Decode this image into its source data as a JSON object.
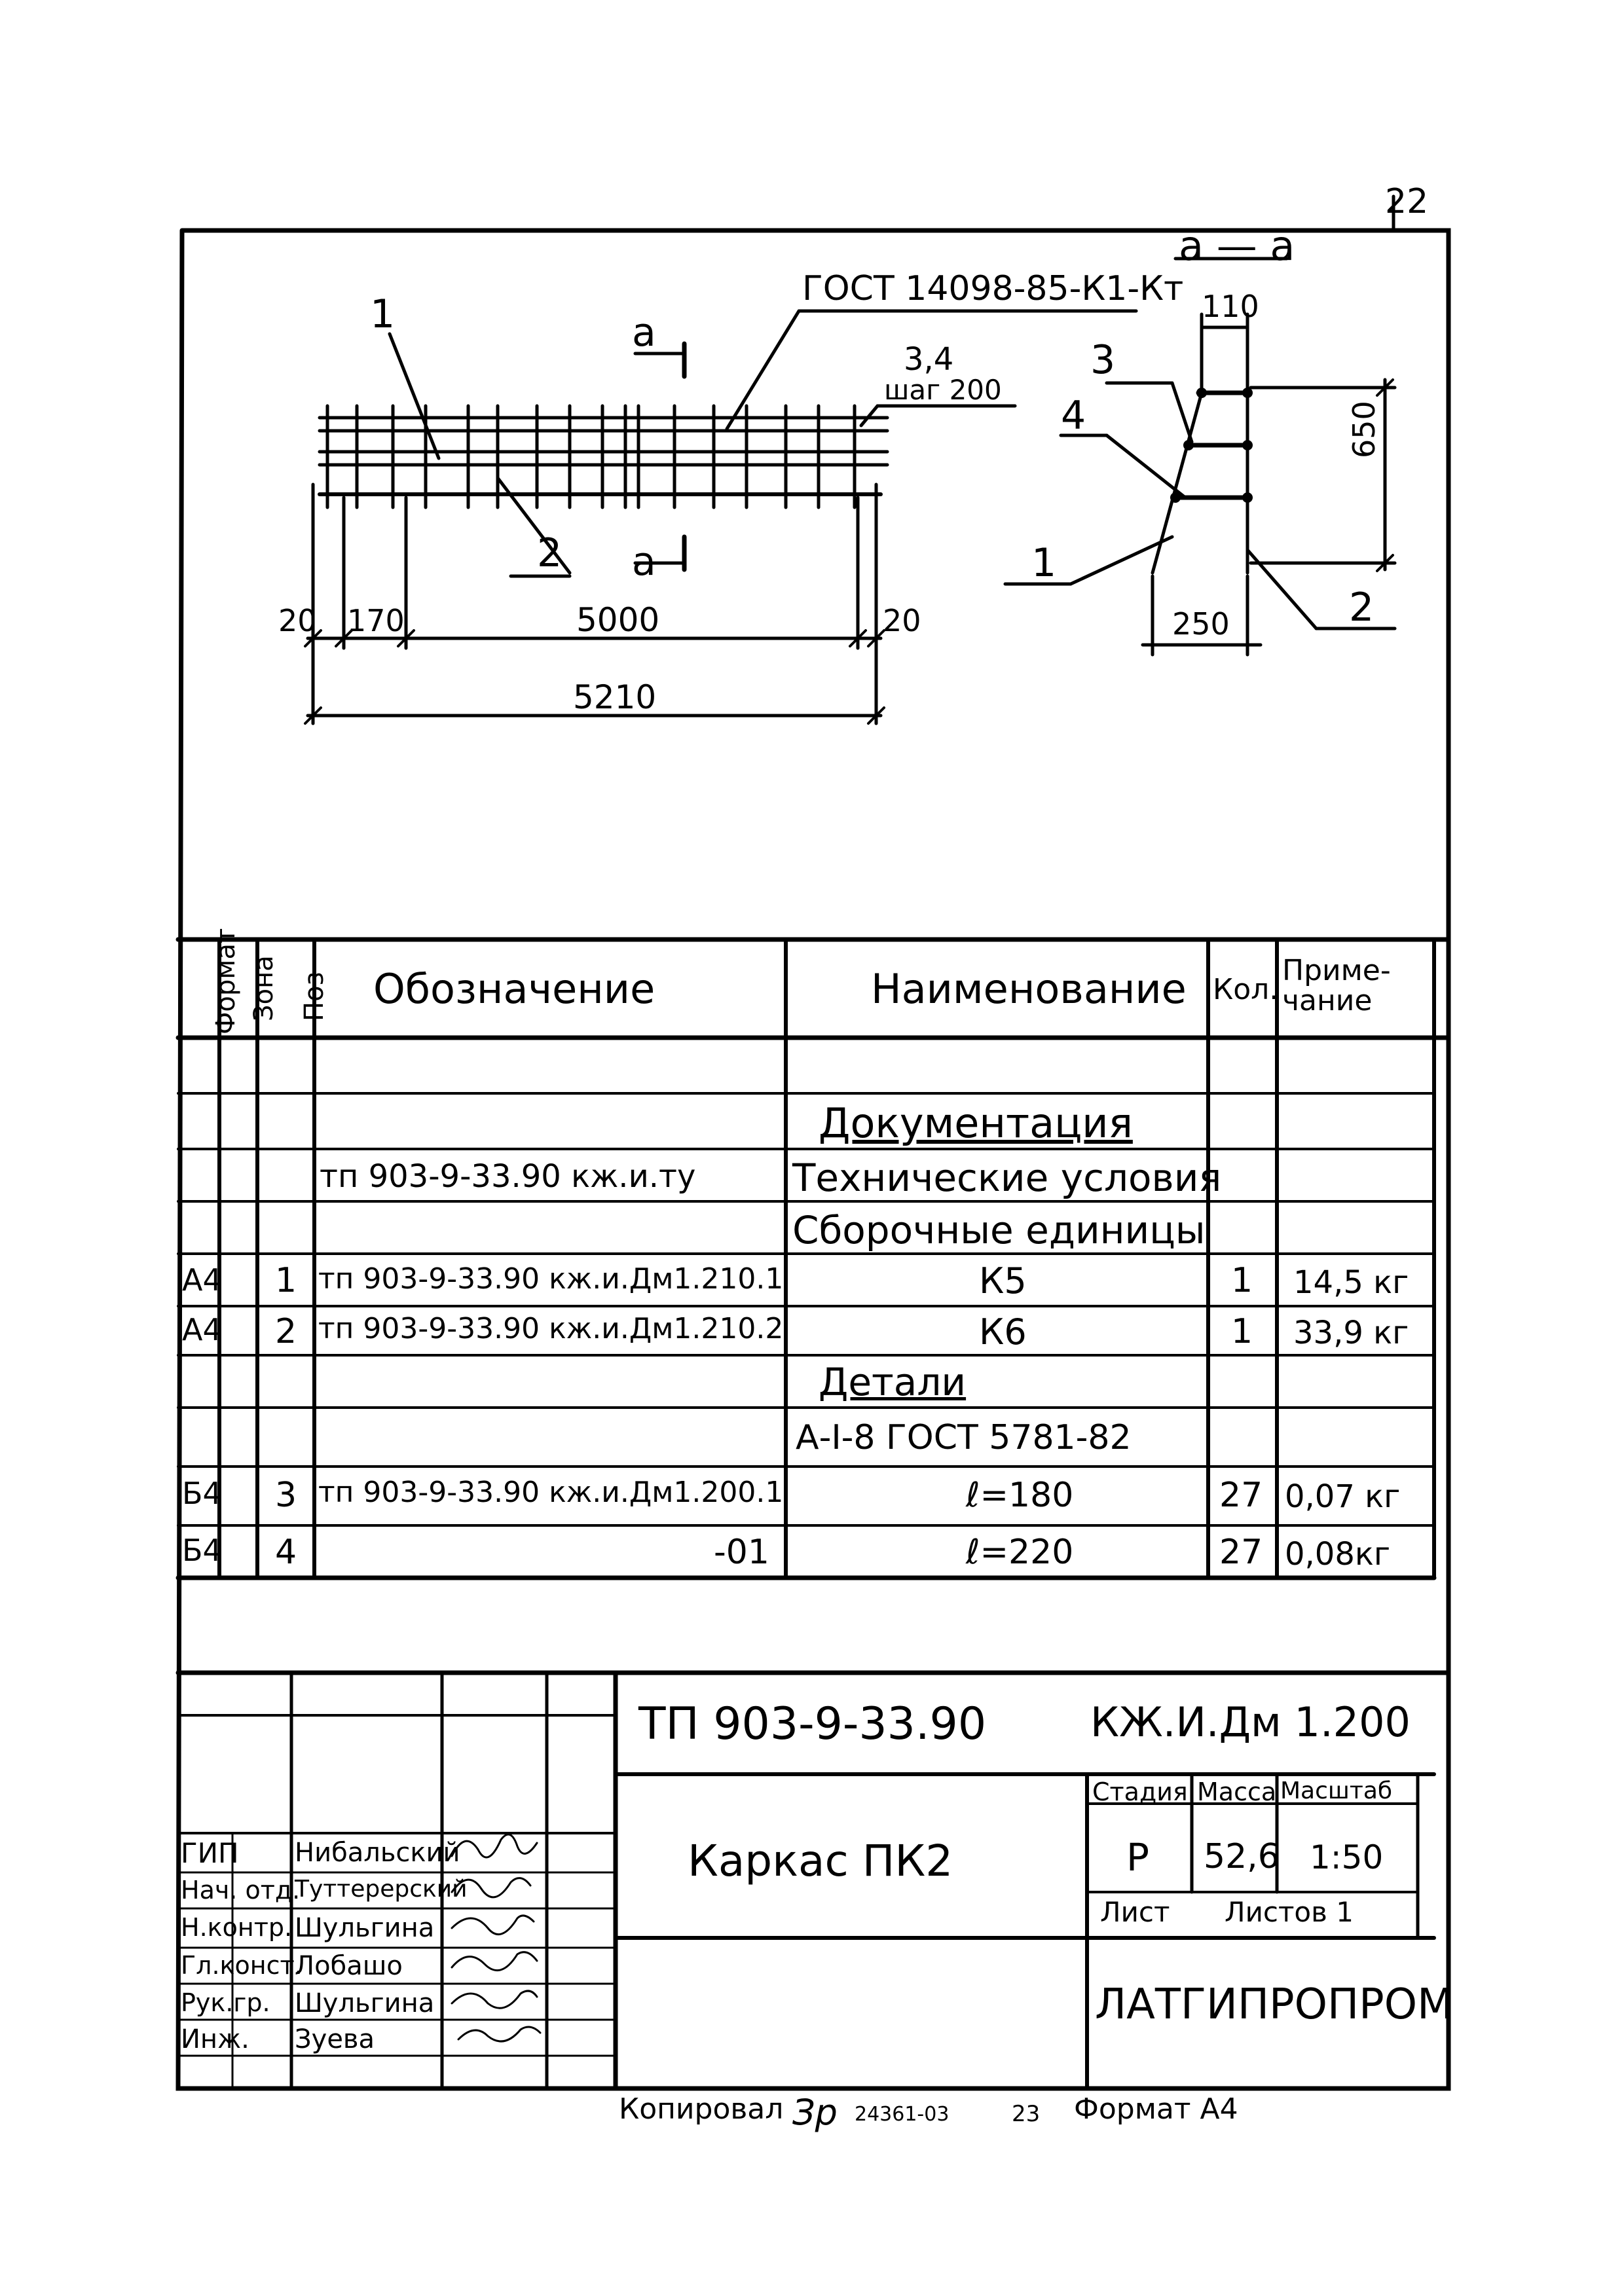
{
  "sheet_number": "22",
  "drawing": {
    "section_label": "а — а",
    "section_mark_top": "а",
    "section_mark_bottom": "а",
    "gost_callout": "ГОСТ 14098-85-К1-Кт",
    "pos_label_1": "1",
    "pos_label_2": "2",
    "pos_label_34": "3,4",
    "pitch_label": "шаг 200",
    "dim_20_left": "20",
    "dim_170": "170",
    "dim_5000": "5000",
    "dim_20_right": "20",
    "dim_5210": "5210",
    "sec_dim_110": "110",
    "sec_dim_650": "650",
    "sec_dim_250": "250",
    "sec_label_1": "1",
    "sec_label_2": "2",
    "sec_label_3": "3",
    "sec_label_4": "4"
  },
  "spec_table": {
    "headers": {
      "format": "Формат",
      "zone": "Зона",
      "pos": "Поз",
      "designation": "Обозначение",
      "name": "Наименование",
      "qty": "Кол.",
      "note": "Приме-чание"
    },
    "rows": [
      {
        "format": "",
        "pos": "",
        "designation": "",
        "name": "",
        "qty": "",
        "note": ""
      },
      {
        "format": "",
        "pos": "",
        "designation": "",
        "name": "Документация",
        "qty": "",
        "note": ""
      },
      {
        "format": "",
        "pos": "",
        "designation": "тп 903-9-33.90   кж.и.ту",
        "name": "Технические условия",
        "qty": "",
        "note": ""
      },
      {
        "format": "",
        "pos": "",
        "designation": "",
        "name": "Сборочные единицы",
        "qty": "",
        "note": ""
      },
      {
        "format": "А4",
        "pos": "1",
        "designation": "тп 903-9-33.90  кж.и.Дм1.210.1",
        "name": "К5",
        "qty": "1",
        "note": "14,5 кг"
      },
      {
        "format": "А4",
        "pos": "2",
        "designation": "тп 903-9-33.90  кж.и.Дм1.210.2",
        "name": "К6",
        "qty": "1",
        "note": "33,9 кг"
      },
      {
        "format": "",
        "pos": "",
        "designation": "",
        "name": "Детали",
        "qty": "",
        "note": ""
      },
      {
        "format": "",
        "pos": "",
        "designation": "",
        "name": "А-I-8  ГОСТ 5781-82",
        "qty": "",
        "note": ""
      },
      {
        "format": "Б4",
        "pos": "3",
        "designation": "тп 903-9-33.90 кж.и.Дм1.200.1",
        "name": "ℓ=180",
        "qty": "27",
        "note": "0,07 кг"
      },
      {
        "format": "Б4",
        "pos": "4",
        "designation": "-01",
        "name": "ℓ=220",
        "qty": "27",
        "note": "0,08кг"
      }
    ]
  },
  "title_block": {
    "project_code": "ТП 903-9-33.90",
    "doc_code": "КЖ.И.Дм 1.200",
    "title": "Каркас ПК2",
    "stage_header": "Стадия",
    "mass_header": "Масса",
    "scale_header": "Масштаб",
    "stage": "Р",
    "mass": "52,6",
    "scale": "1:50",
    "sheet_label": "Лист",
    "sheets_label": "Листов 1",
    "organization": "ЛАТГИПРОПРОМ",
    "roles": [
      {
        "role": "ГИП",
        "name": "Нибальский"
      },
      {
        "role": "Нач. отд.",
        "name": "Туттерерский"
      },
      {
        "role": "Н.контр.",
        "name": "Шульгина"
      },
      {
        "role": "Гл.конст.",
        "name": "Лобашо"
      },
      {
        "role": "Рук.гр.",
        "name": "Шульгина"
      },
      {
        "role": "Инж.",
        "name": "Зуева"
      }
    ]
  },
  "footer": {
    "copied": "Копировал",
    "copied_initials": "Зр",
    "order_no": "24361-03",
    "page_no": "23",
    "format": "Формат А4"
  }
}
